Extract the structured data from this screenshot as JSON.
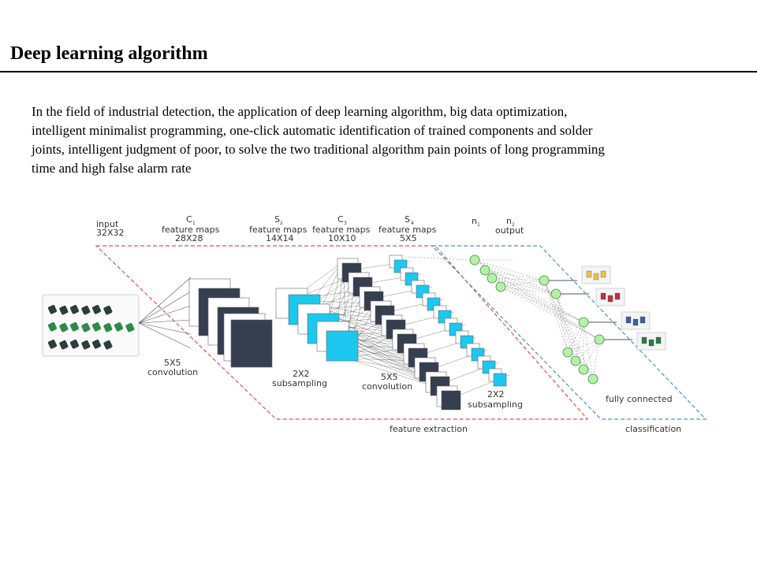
{
  "header": {
    "title": "Deep learning algorithm"
  },
  "paragraph": {
    "lines": [
      "In the field of industrial detection, the application of deep learning algorithm, big data optimization,",
      "intelligent  minimalist  programming, one-click  automatic identification  of trained components and solder",
      "joints, intelligent judgment of poor, to solve the two traditional algorithm pain points of long programming",
      "time and high false alarm rate"
    ]
  },
  "diagram": {
    "layer_labels": [
      {
        "line1": "input",
        "line2": "32X32"
      },
      {
        "symbol": "C",
        "sub": "1",
        "line1": "feature maps",
        "line2": "28X28"
      },
      {
        "symbol": "S",
        "sub": "2",
        "line1": "feature maps",
        "line2": "14X14"
      },
      {
        "symbol": "C",
        "sub": "3",
        "line1": "feature maps",
        "line2": "10X10"
      },
      {
        "symbol": "S",
        "sub": "4",
        "line1": "feature maps",
        "line2": "5X5"
      },
      {
        "symbol": "n",
        "sub": "1"
      },
      {
        "symbol": "n",
        "sub": "2",
        "line1": "output"
      }
    ],
    "operations": [
      {
        "line1": "5X5",
        "line2": "convolution"
      },
      {
        "line1": "2X2",
        "line2": "subsampling"
      },
      {
        "line1": "5X5",
        "line2": "convolution"
      },
      {
        "line1": "2X2",
        "line2": "subsampling"
      }
    ],
    "fully_connected_label": "fully connected",
    "feature_extraction_label": "feature extraction",
    "classification_label": "classification",
    "colors": {
      "dark_map": "#353f50",
      "cyan_map": "#1cc8ef",
      "neuron": "#b6f0a8",
      "neuron_stroke": "#3a8a3a",
      "feature_frame": "#e05050",
      "class_frame": "#4a90d0"
    }
  }
}
